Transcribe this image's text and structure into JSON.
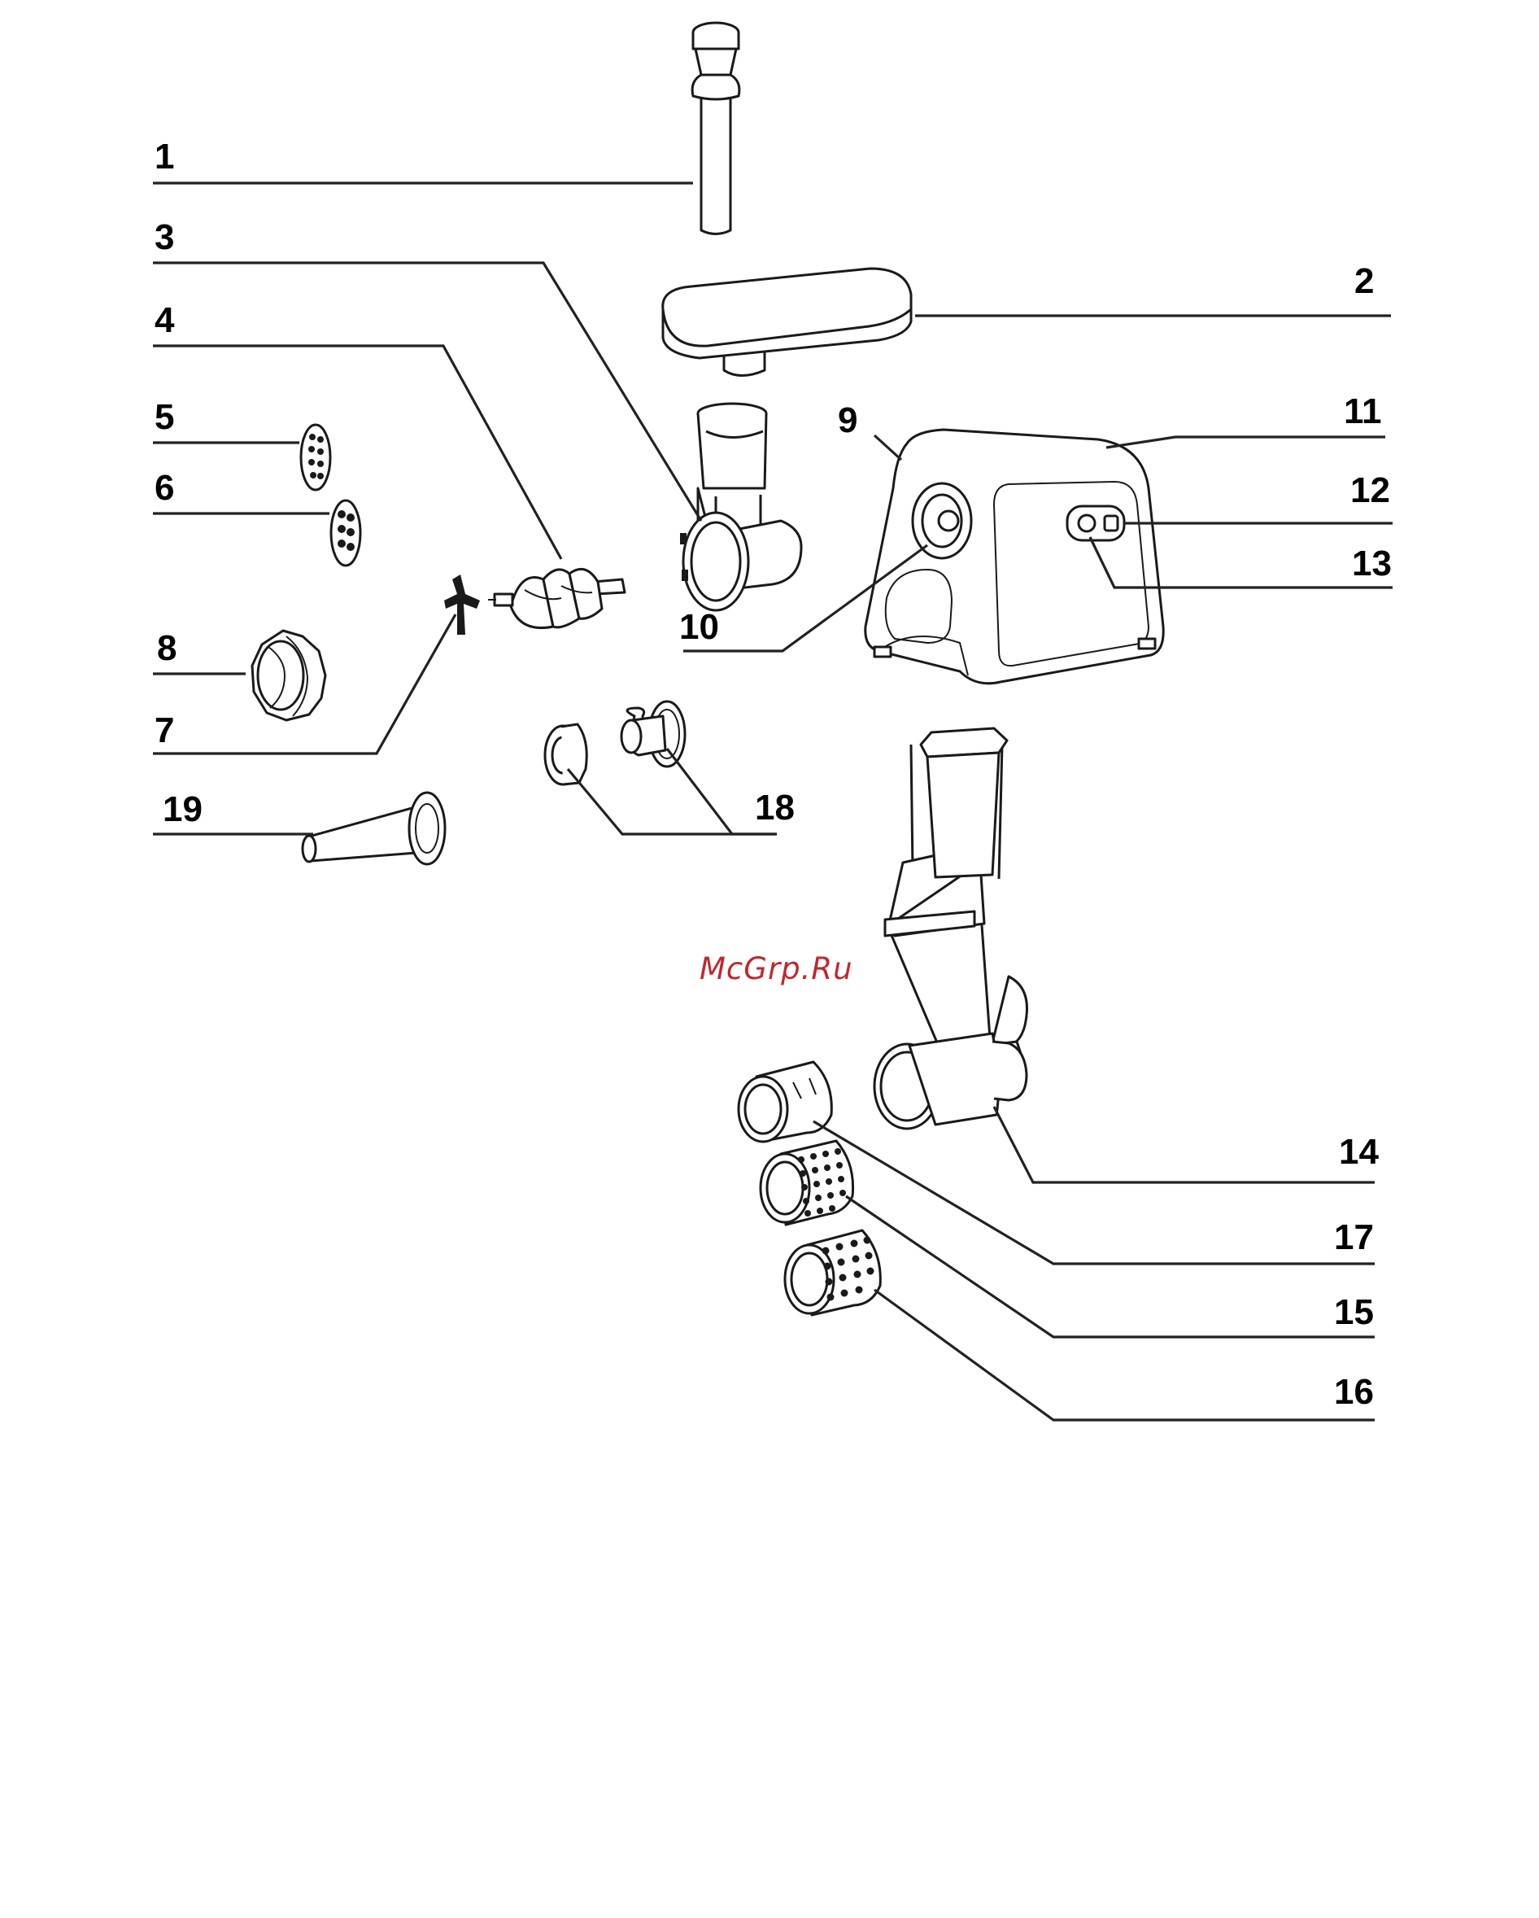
{
  "labels": {
    "p1": "1",
    "p2": "2",
    "p3": "3",
    "p4": "4",
    "p5": "5",
    "p6": "6",
    "p7": "7",
    "p8": "8",
    "p9": "9",
    "p10": "10",
    "p11": "11",
    "p12": "12",
    "p13": "13",
    "p14": "14",
    "p15": "15",
    "p16": "16",
    "p17": "17",
    "p18": "18",
    "p19": "19"
  },
  "watermark": {
    "text": "McGrp.Ru",
    "color": "#c0282d"
  }
}
